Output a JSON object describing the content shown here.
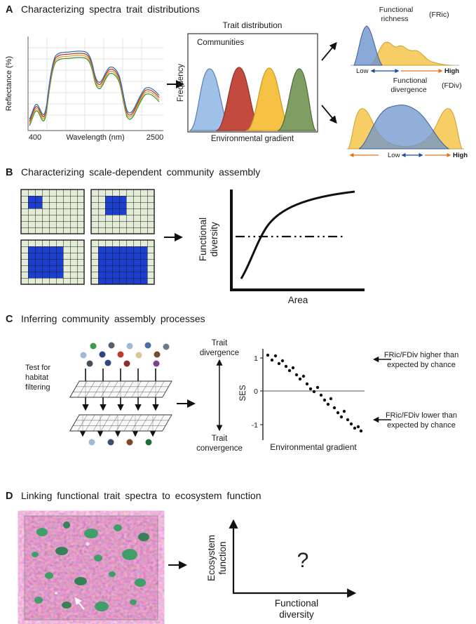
{
  "panelA": {
    "label": "A",
    "title": "Characterizing spectra trait distributions",
    "spectra": {
      "ylabel": "Reflectance (%)",
      "xlabel": "Wavelength (nm)",
      "xmin": "400",
      "xmax": "2500"
    },
    "trait": {
      "title": "Trait distribution",
      "communities": "Communities",
      "ylabel": "Frequency",
      "xlabel": "Environmental gradient"
    },
    "fric": {
      "t1": "Functional",
      "t2": "richness",
      "abbr": "(FRic)",
      "low": "Low",
      "high": "High"
    },
    "fdiv": {
      "t1": "Functional",
      "t2": "divergence",
      "abbr": "(FDiv)",
      "low": "Low",
      "high": "High"
    }
  },
  "panelB": {
    "label": "B",
    "title": "Characterizing scale-dependent community assembly",
    "plot": {
      "ylabel1": "Functional",
      "ylabel2": "diversity",
      "xlabel": "Area"
    }
  },
  "panelC": {
    "label": "C",
    "title": "Inferring community assembly processes",
    "filter": {
      "l1": "Test for",
      "l2": "habitat",
      "l3": "filtering"
    },
    "axis_labels": {
      "divergence1": "Trait",
      "divergence2": "divergence",
      "convergence1": "Trait",
      "convergence2": "convergence"
    },
    "ses": {
      "ylabel": "SES",
      "t1": "1",
      "t0": "0",
      "tm1": "-1",
      "xlabel": "Environmental gradient"
    },
    "ann_high": {
      "l1": "FRic/FDiv higher than",
      "l2": "expected by chance"
    },
    "ann_low": {
      "l1": "FRic/FDiv lower than",
      "l2": "expected by chance"
    }
  },
  "panelD": {
    "label": "D",
    "title": "Linking functional trait spectra to ecosystem function",
    "plot": {
      "ylabel1": "Ecosystem",
      "ylabel2": "function",
      "xlabel1": "Functional",
      "xlabel2": "diversity",
      "question": "?"
    }
  },
  "colors": {
    "community_blue": "#9fc1e8",
    "community_red": "#c34a3e",
    "community_yellow": "#f6c243",
    "community_green": "#7f9e63",
    "extent_blue": "#1c3fd0",
    "low_blue": "#1f4e9c",
    "high_orange": "#e0761a"
  }
}
